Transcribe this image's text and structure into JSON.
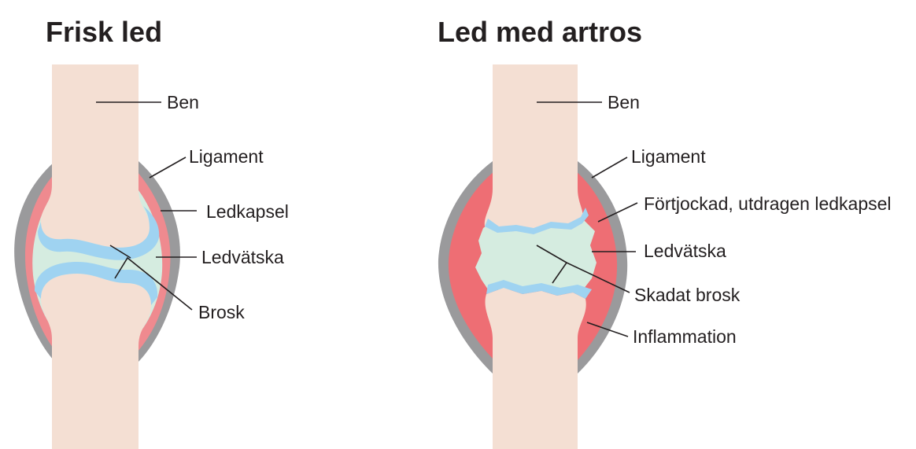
{
  "healthy": {
    "title": "Frisk led",
    "labels": {
      "bone": "Ben",
      "ligament": "Ligament",
      "capsule": "Ledkapsel",
      "fluid": "Ledvätska",
      "cartilage": "Brosk"
    }
  },
  "arthritis": {
    "title": "Led med artros",
    "labels": {
      "bone": "Ben",
      "ligament": "Ligament",
      "capsule": "Förtjockad, utdragen ledkapsel",
      "fluid": "Ledvätska",
      "cartilage": "Skadat brosk",
      "inflammation": "Inflammation"
    }
  },
  "colors": {
    "bone": "#f4dfd3",
    "capsule": "#9a9a9c",
    "ligament": "#ef8a8f",
    "inflammation": "#ee6e74",
    "fluid": "#d5ece0",
    "cartilage": "#9fd3f1",
    "text": "#231f20"
  }
}
